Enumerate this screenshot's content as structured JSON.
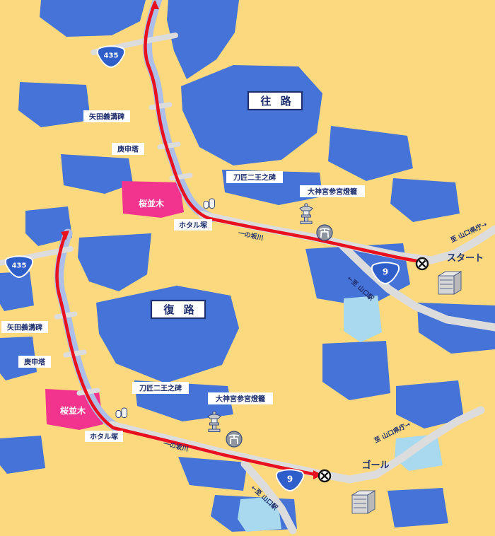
{
  "colors": {
    "background": "#FCD97E",
    "city_block_blue": "#4573D8",
    "river_periwinkle": "#ADBFE8",
    "road_gray": "#DCDCDC",
    "route_red": "#E8101E",
    "sakura_pink": "#F2348F",
    "pond_cyan": "#A8D9EE",
    "label_navy": "#20306E"
  },
  "outbound": {
    "panel_label": "往 路",
    "terminal_label": "スタート"
  },
  "return": {
    "panel_label": "復 路",
    "terminal_label": "ゴール"
  },
  "shields": {
    "route_435": "435",
    "route_9": "9"
  },
  "landmarks": {
    "yata_gikou_hi": "矢田義溝碑",
    "koshinto": "庚申塔",
    "tosho_nio_no_hi": "刀匠二王之碑",
    "daijingu_sangu_toro": "大神宮参宮燈籠",
    "sakura_namiki": "桜並木",
    "hotaruzuka": "ホタル塚"
  },
  "signs": {
    "to_prefectural_office": "至 山口県庁→",
    "river_name": "一の坂川",
    "to_station": "←至 山口駅"
  }
}
